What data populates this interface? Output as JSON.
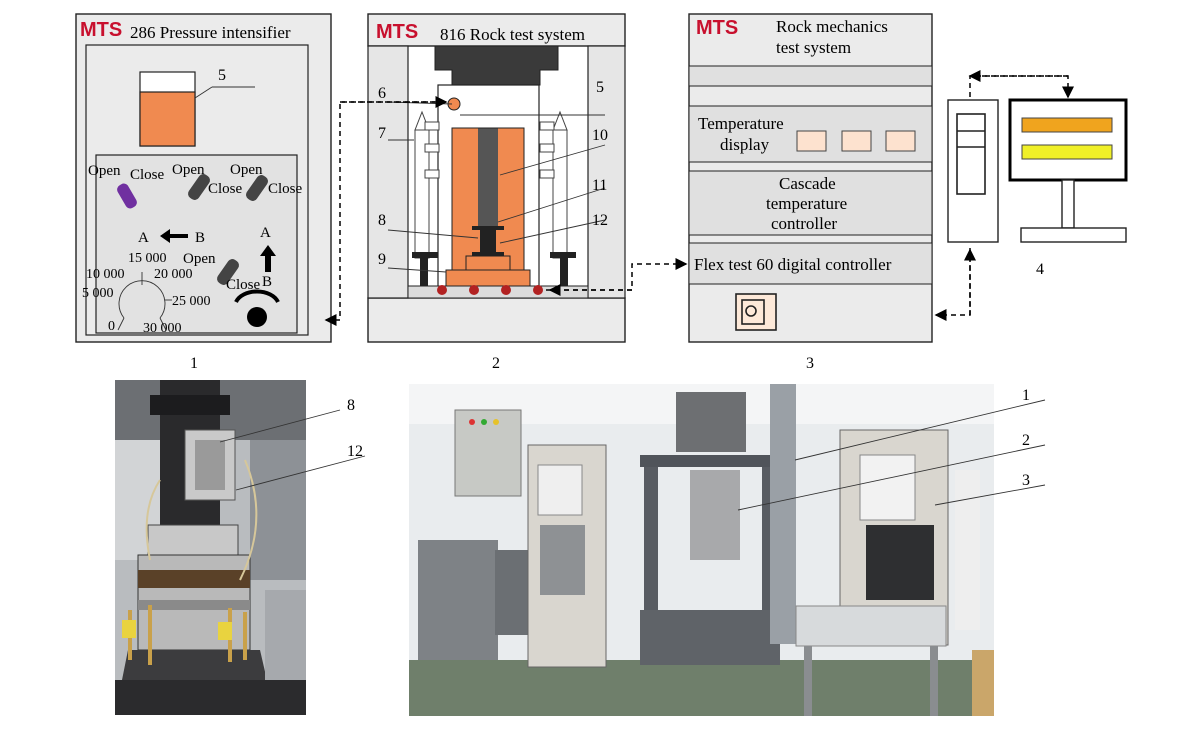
{
  "units": {
    "u1": {
      "brand": "MTS",
      "title": "286 Pressure intensifier",
      "num_tank": "5",
      "valves": {
        "open1": "Open",
        "close1": "Close",
        "open2": "Open",
        "close2": "Close",
        "open3": "Open",
        "close3": "Close",
        "open4": "Open",
        "close4": "Close"
      },
      "arrow_a": "A",
      "arrow_b": "B",
      "arrow2_a": "A",
      "arrow2_b": "B",
      "gauge": [
        "15 000",
        "10 000",
        "20 000",
        "5 000",
        "25 000",
        "0",
        "30 000"
      ]
    },
    "u2": {
      "brand": "MTS",
      "title": "816 Rock test system",
      "labels": {
        "n6": "6",
        "n7": "7",
        "n8": "8",
        "n9": "9",
        "n5": "5",
        "n10": "10",
        "n11": "11",
        "n12": "12"
      }
    },
    "u3": {
      "brand": "MTS",
      "title_line1": "Rock mechanics",
      "title_line2": "test system",
      "temp_line1": "Temperature",
      "temp_line2": "display",
      "cascade_line1": "Cascade",
      "cascade_line2": "temperature",
      "cascade_line3": "controller",
      "flex": "Flex test 60 digital controller"
    }
  },
  "captions": {
    "c1": "1",
    "c2": "2",
    "c3": "3",
    "c4": "4"
  },
  "photo_left": {
    "labels": {
      "l8": "8",
      "l12": "12"
    }
  },
  "photo_right": {
    "labels": {
      "r1": "1",
      "r2": "2",
      "r3": "3"
    }
  }
}
